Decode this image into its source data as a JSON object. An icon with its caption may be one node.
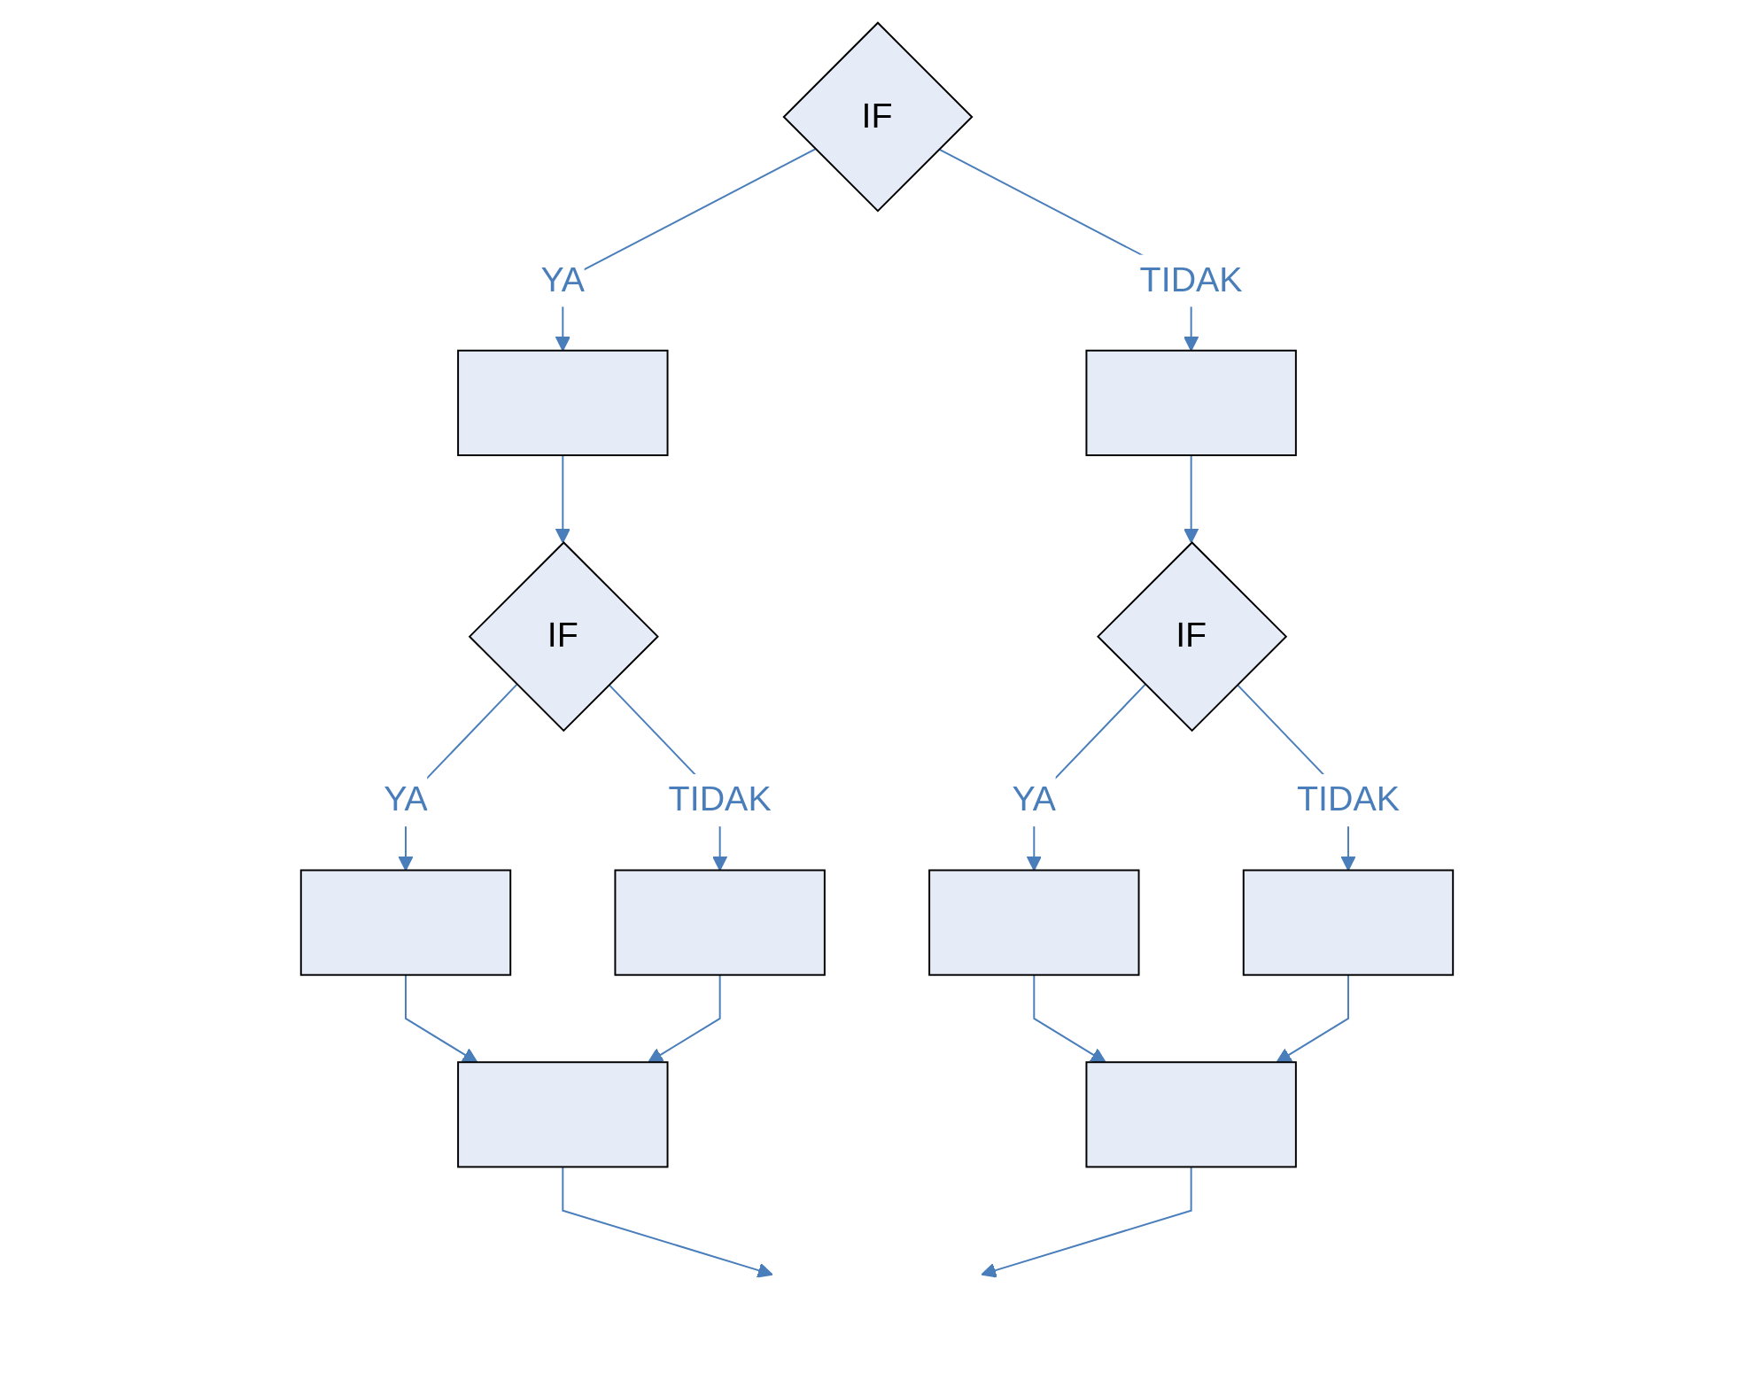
{
  "diagram": {
    "nodes": [
      {
        "text": [
          "IF"
        ]
      },
      {
        "text": [],
        "shape": "box"
      },
      {
        "text": [],
        "shape": "box"
      },
      {
        "text": [
          "IF"
        ]
      },
      {
        "text": [
          "IF"
        ]
      },
      {
        "text": [],
        "shape": "box"
      },
      {
        "text": [],
        "shape": "box"
      },
      {
        "text": [],
        "shape": "box"
      },
      {
        "text": [],
        "shape": "box"
      },
      {
        "text": [],
        "shape": "box"
      },
      {
        "text": [],
        "shape": "box"
      }
    ],
    "edges": [
      {
        "from": 0,
        "to": 1,
        "label": "YA",
        "arrow": "to"
      },
      {
        "from": 0,
        "to": 2,
        "label": "TIDAK",
        "arrow": "to"
      },
      {
        "from": 1,
        "to": 3,
        "arrow": "to"
      },
      {
        "from": 2,
        "to": 4,
        "arrow": "to"
      },
      {
        "from": 3,
        "to": 5,
        "label": "YA",
        "arrow": "to"
      },
      {
        "from": 3,
        "to": 6,
        "label": "TIDAK",
        "arrow": "to"
      },
      {
        "from": 4,
        "to": 7,
        "label": "YA",
        "arrow": "to"
      },
      {
        "from": 4,
        "to": 8,
        "label": "TIDAK",
        "arrow": "to"
      },
      {
        "from": 5,
        "to": 9,
        "arrow": "to"
      },
      {
        "from": 6,
        "to": 9,
        "arrow": "to"
      },
      {
        "from": 7,
        "to": 10,
        "arrow": "to"
      },
      {
        "from": 8,
        "to": 10,
        "arrow": "to"
      },
      {
        "from": 9,
        "to": null,
        "arrow": "to"
      },
      {
        "from": 10,
        "to": null,
        "arrow": "to"
      }
    ]
  }
}
